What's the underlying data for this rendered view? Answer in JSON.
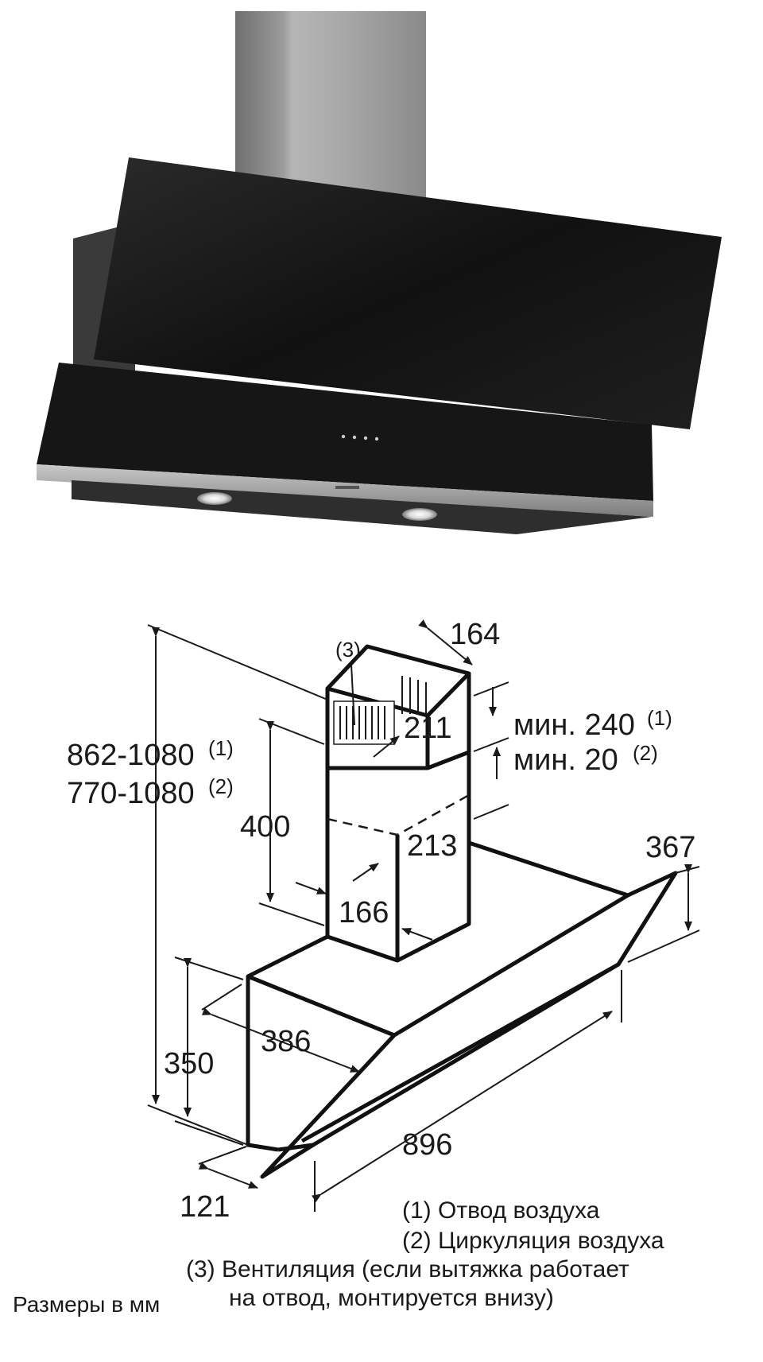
{
  "dimensions": {
    "height_total_1": "862-1080",
    "height_total_1_sup": "(1)",
    "height_total_2": "770-1080",
    "height_total_2_sup": "(2)",
    "chimney_width": "164",
    "vent_marker": "(3)",
    "chimney_upper_depth": "211",
    "min_240": "мин. 240",
    "min_240_sup": "(1)",
    "min_20": "мин. 20",
    "min_20_sup": "(2)",
    "chimney_lower_depth": "213",
    "chimney_400": "400",
    "chimney_166": "166",
    "glass_367": "367",
    "body_height": "350",
    "body_depth": "386",
    "width": "896",
    "bottom_depth": "121"
  },
  "legend": {
    "item1": "(1) Отвод воздуха",
    "item2": "(2) Циркуляция воздуха",
    "item3_line1": "(3) Вентиляция (если вытяжка работает",
    "item3_line2": "на отвод, монтируется внизу)"
  },
  "footer": {
    "units": "Размеры в мм"
  },
  "colors": {
    "glass": "#1b1b1b",
    "steel": "#9a9a9a",
    "line": "#1a1a1a"
  }
}
